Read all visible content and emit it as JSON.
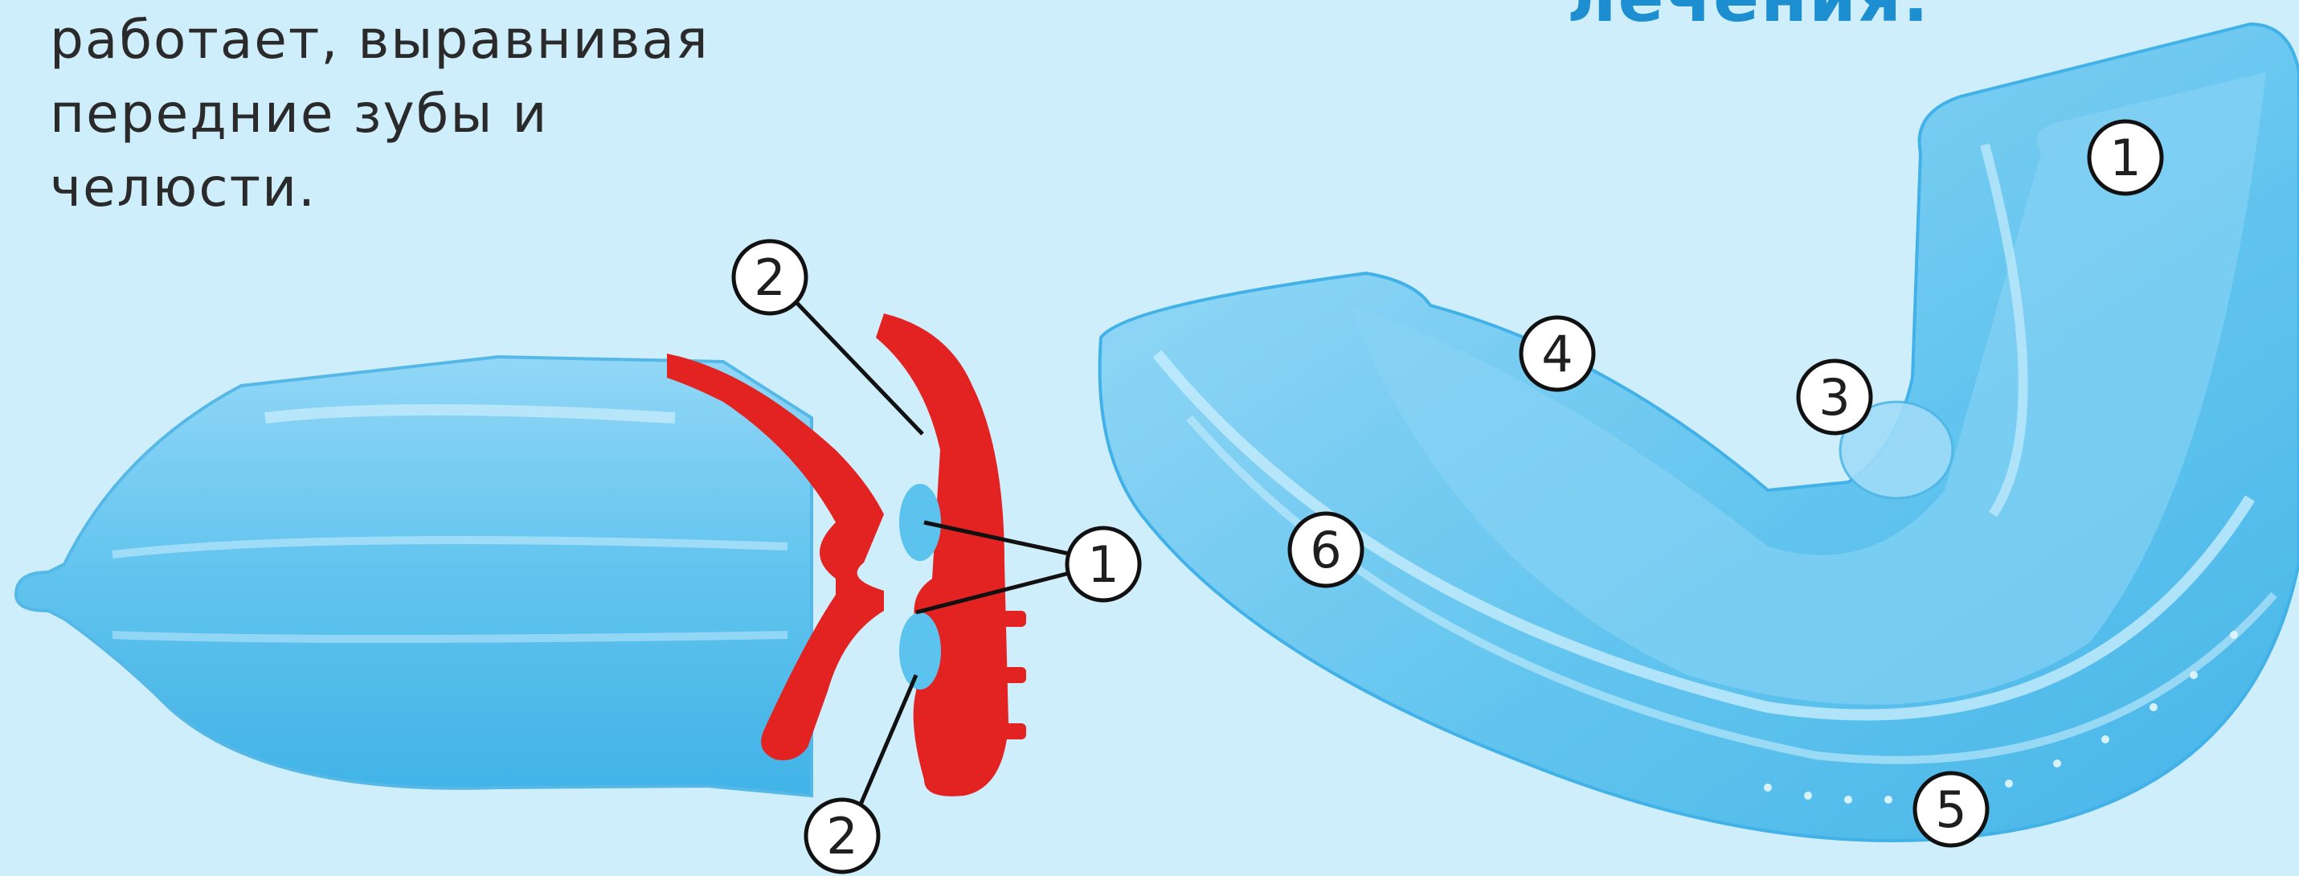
{
  "intro_text": {
    "line1": "работает, выравнивая",
    "line2": "передние зубы и",
    "line3": "челюсти."
  },
  "heading_fragment": "лечения.",
  "section_view": {
    "callouts": [
      {
        "id": "top-2",
        "label": "2"
      },
      {
        "id": "mid-1",
        "label": "1"
      },
      {
        "id": "bottom-2",
        "label": "2"
      }
    ]
  },
  "trainer_view": {
    "callouts": [
      {
        "id": "c1",
        "label": "1"
      },
      {
        "id": "c3",
        "label": "3"
      },
      {
        "id": "c4",
        "label": "4"
      },
      {
        "id": "c5",
        "label": "5"
      },
      {
        "id": "c6",
        "label": "6"
      }
    ]
  },
  "colors": {
    "background": "#cfeefc",
    "trainer_blue": "#5cc2ee",
    "trainer_light": "#a6defa",
    "profile_red": "#e32222",
    "callout_circle": "#ffffff",
    "heading": "#1d8fd1"
  }
}
